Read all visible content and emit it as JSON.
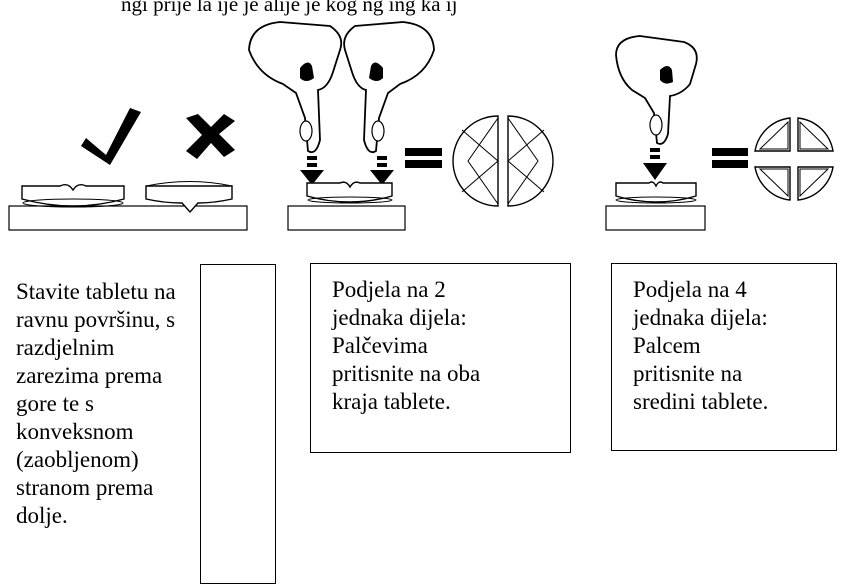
{
  "header": {
    "clipped_text": "ngi prije la ije je alije je kog ng ing ka ij"
  },
  "steps": [
    {
      "id": "flat-surface",
      "text": "Stavite tabletu na\nravnu površinu, s\nrazdjelnim\nzarezima prema\ngore te s\nkonveksnom\n(zaobljenom)\nstranom prema\ndolje."
    },
    {
      "id": "split-two",
      "text": "Podjela na 2\njednaka dijela:\nPalčevima\npritisnite na oba\nkraja tablete."
    },
    {
      "id": "split-four",
      "text": "Podjela na 4\njednaka dijela:\nPalcem\npritisnite na\nsredini tablete."
    }
  ]
}
